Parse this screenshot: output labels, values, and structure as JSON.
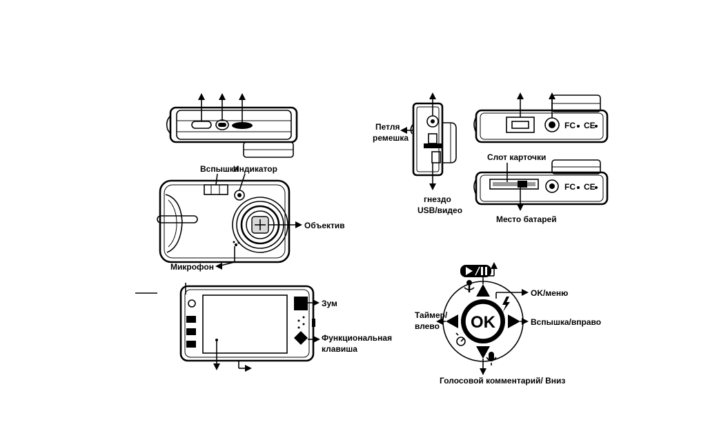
{
  "labels": {
    "flash": "Вспышка",
    "indicator": "Индикатор",
    "lens": "Объектив",
    "microphone": "Микрофон",
    "zoom": "Зум",
    "function_key_line1": "Функциональная",
    "function_key_line2": "клавиша",
    "strap_loop_line1": "Петля",
    "strap_loop_line2": "ремешка",
    "usb_jack_line1": "гнездо",
    "usb_jack_line2": "USB/видео",
    "card_slot": "Слот карточки",
    "battery_place": "Место батарей",
    "ok_menu": "OK/меню",
    "timer_left_line1": "Таймер/",
    "timer_left_line2": "влево",
    "flash_right": "Вспышка/вправо",
    "voice_down": "Голосовой комментарий/ Вниз",
    "ok_button": "OK",
    "fc_mark": "FC",
    "ce_mark": "CE"
  }
}
